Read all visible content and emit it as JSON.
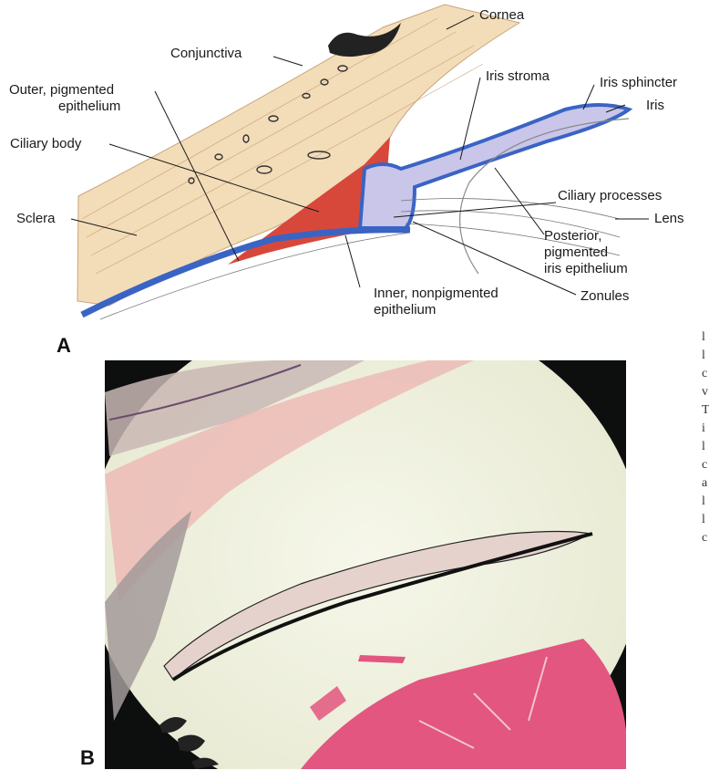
{
  "panel_a": {
    "letter": "A",
    "labels": {
      "cornea": "Cornea",
      "conjunctiva": "Conjunctiva",
      "outer_epi_1": "Outer, pigmented",
      "outer_epi_2": "epithelium",
      "ciliary_body": "Ciliary body",
      "sclera": "Sclera",
      "iris_stroma": "Iris stroma",
      "iris_sphincter": "Iris sphincter",
      "iris": "Iris",
      "ciliary_processes": "Ciliary processes",
      "lens": "Lens",
      "posterior_1": "Posterior,",
      "posterior_2": "pigmented",
      "posterior_3": "iris epithelium",
      "inner_epi_1": "Inner, nonpigmented",
      "inner_epi_2": "epithelium",
      "zonules": "Zonules"
    }
  },
  "panel_b": {
    "letter": "B"
  },
  "colors": {
    "sclera": "#f3dcb8",
    "ciliary_muscle": "#d8483a",
    "epithelium_blue": "#3a64c4",
    "stroma": "#c9c6ea",
    "micro_vignette": "#0d0f0e",
    "micro_field": "#eef0df",
    "micro_pink": "#e2567f"
  }
}
